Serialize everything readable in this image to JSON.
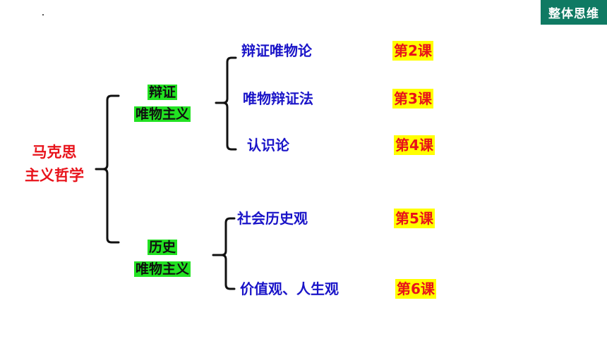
{
  "badge": "整体思维",
  "root": {
    "line1": "马克思",
    "line2": "主义哲学"
  },
  "branches": [
    {
      "line1": "辩证",
      "line2": "唯物主义",
      "items": [
        {
          "label": "辩证唯物论",
          "lesson": "第2课"
        },
        {
          "label": "唯物辩证法",
          "lesson": "第3课"
        },
        {
          "label": "认识论",
          "lesson": "第4课"
        }
      ]
    },
    {
      "line1": "历史",
      "line2": "唯物主义",
      "items": [
        {
          "label": "社会历史观",
          "lesson": "第5课"
        },
        {
          "label": "价值观、人生观",
          "lesson": "第6课"
        }
      ]
    }
  ],
  "colors": {
    "root_text": "#e8121a",
    "branch_highlight": "#22e222",
    "item_text": "#1a14c8",
    "lesson_text": "#e8121a",
    "lesson_highlight": "#ffff00",
    "badge_bg": "#0f7a63"
  }
}
